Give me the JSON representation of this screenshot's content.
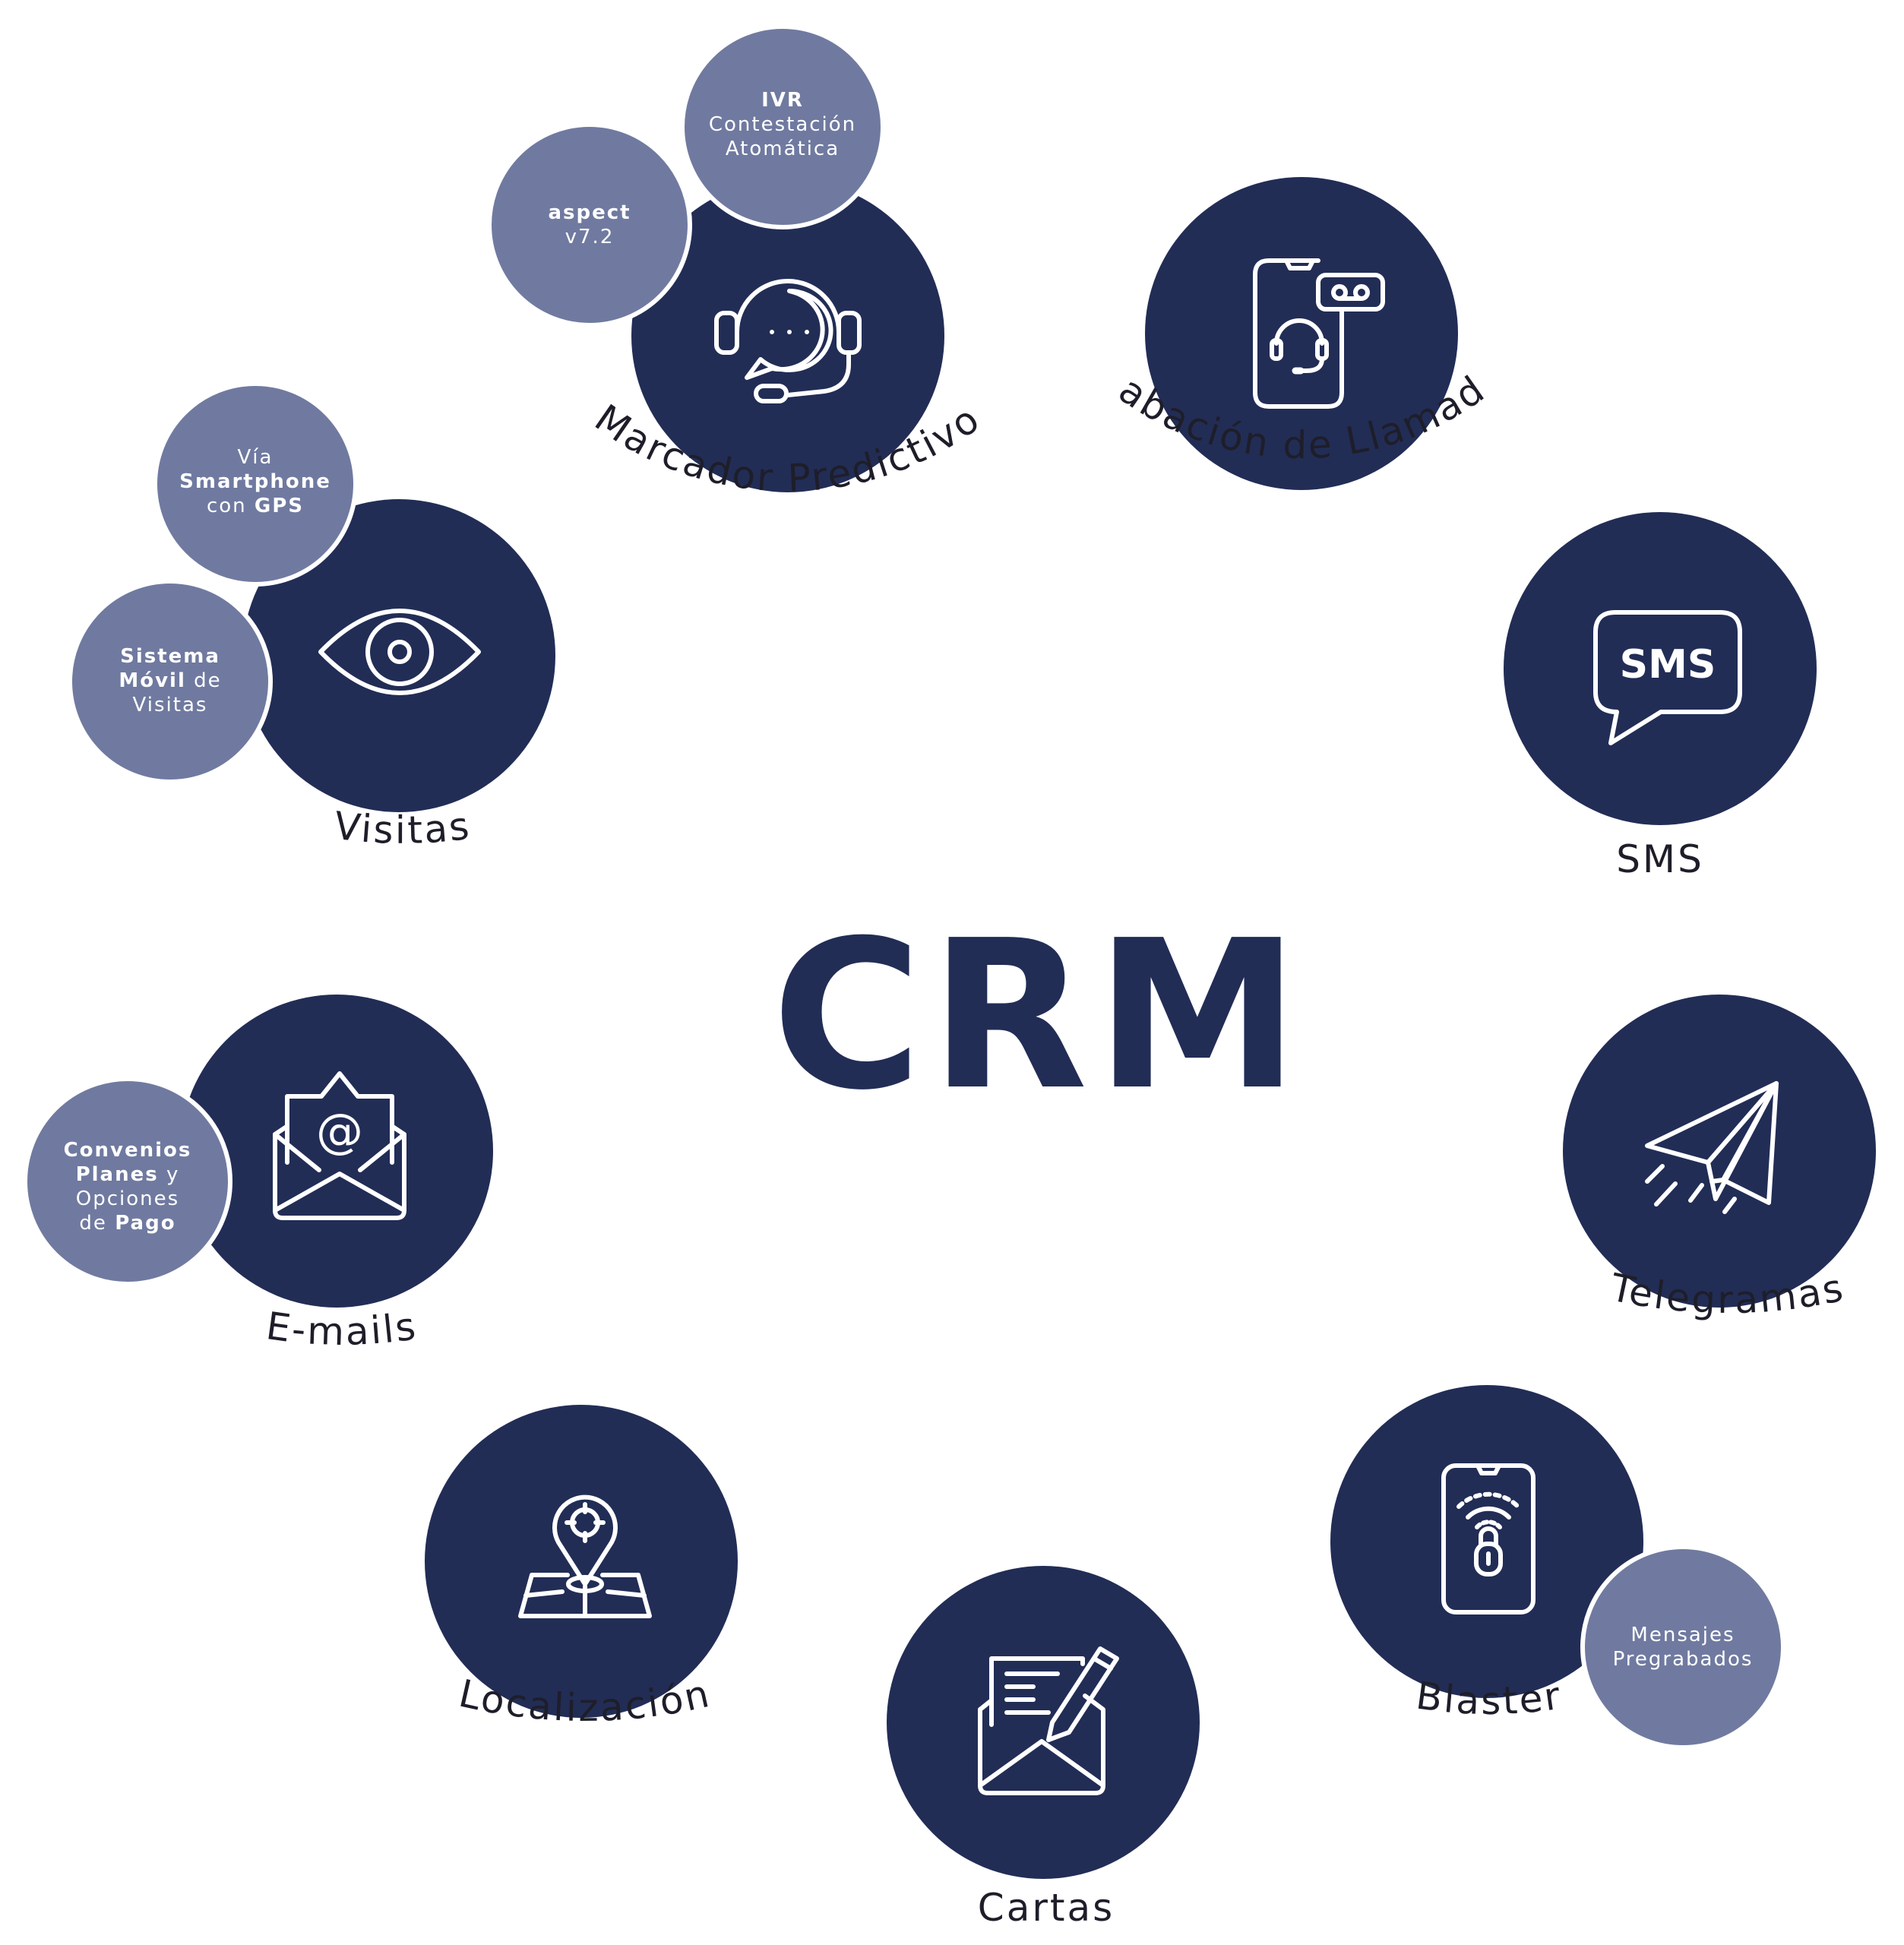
{
  "colors": {
    "main_circle": "#222d56",
    "sub_circle": "#707aa0",
    "label_text": "#1e1e2a",
    "crm_text": "#222d56",
    "icon_stroke": "#ffffff",
    "background": "#ffffff"
  },
  "title": "CRM",
  "nodes": [
    {
      "id": "marcador",
      "label": "Marcador Predictivo",
      "icon": "headset-chat-icon"
    },
    {
      "id": "grabacion",
      "label": "Grabación de Llamadas",
      "icon": "phone-recording-icon"
    },
    {
      "id": "sms",
      "label": "SMS",
      "icon": "sms-bubble-icon",
      "icon_text": "SMS"
    },
    {
      "id": "telegramas",
      "label": "Telegramas",
      "icon": "paper-plane-icon"
    },
    {
      "id": "blaster",
      "label": "Blaster",
      "icon": "phone-wifi-lock-icon"
    },
    {
      "id": "cartas",
      "label": "Cartas",
      "icon": "letter-envelope-pen-icon"
    },
    {
      "id": "localizacion",
      "label": "Localización",
      "icon": "map-pin-icon"
    },
    {
      "id": "emails",
      "label": "E-mails",
      "icon": "email-envelope-icon",
      "icon_text": "@"
    },
    {
      "id": "visitas",
      "label": "Visitas",
      "icon": "eye-icon"
    }
  ],
  "badges": {
    "ivr": {
      "lines": [
        {
          "segs": [
            {
              "t": "IVR",
              "b": true
            }
          ]
        },
        {
          "segs": [
            {
              "t": "Contestación",
              "b": false
            }
          ]
        },
        {
          "segs": [
            {
              "t": "Atomática",
              "b": false
            }
          ]
        }
      ]
    },
    "aspect": {
      "lines": [
        {
          "segs": [
            {
              "t": "aspect",
              "b": true
            }
          ]
        },
        {
          "segs": [
            {
              "t": "v7.2",
              "b": false
            }
          ]
        }
      ]
    },
    "via": {
      "lines": [
        {
          "segs": [
            {
              "t": "Vía",
              "b": false
            }
          ]
        },
        {
          "segs": [
            {
              "t": "Smartphone",
              "b": true
            }
          ]
        },
        {
          "segs": [
            {
              "t": "con ",
              "b": false
            },
            {
              "t": "GPS",
              "b": true
            }
          ]
        }
      ]
    },
    "sistema": {
      "lines": [
        {
          "segs": [
            {
              "t": "Sistema",
              "b": true
            }
          ]
        },
        {
          "segs": [
            {
              "t": "Móvil",
              "b": true
            },
            {
              "t": " de",
              "b": false
            }
          ]
        },
        {
          "segs": [
            {
              "t": "Visitas",
              "b": false
            }
          ]
        }
      ]
    },
    "convenios": {
      "lines": [
        {
          "segs": [
            {
              "t": "Convenios",
              "b": true
            }
          ]
        },
        {
          "segs": [
            {
              "t": "Planes",
              "b": true
            },
            {
              "t": " y",
              "b": false
            }
          ]
        },
        {
          "segs": [
            {
              "t": "Opciones",
              "b": false
            }
          ]
        },
        {
          "segs": [
            {
              "t": "de ",
              "b": false
            },
            {
              "t": "Pago",
              "b": true
            }
          ]
        }
      ]
    },
    "mensajes": {
      "lines": [
        {
          "segs": [
            {
              "t": "Mensajes",
              "b": false
            }
          ]
        },
        {
          "segs": [
            {
              "t": "Pregrabados",
              "b": false
            }
          ]
        }
      ]
    }
  }
}
